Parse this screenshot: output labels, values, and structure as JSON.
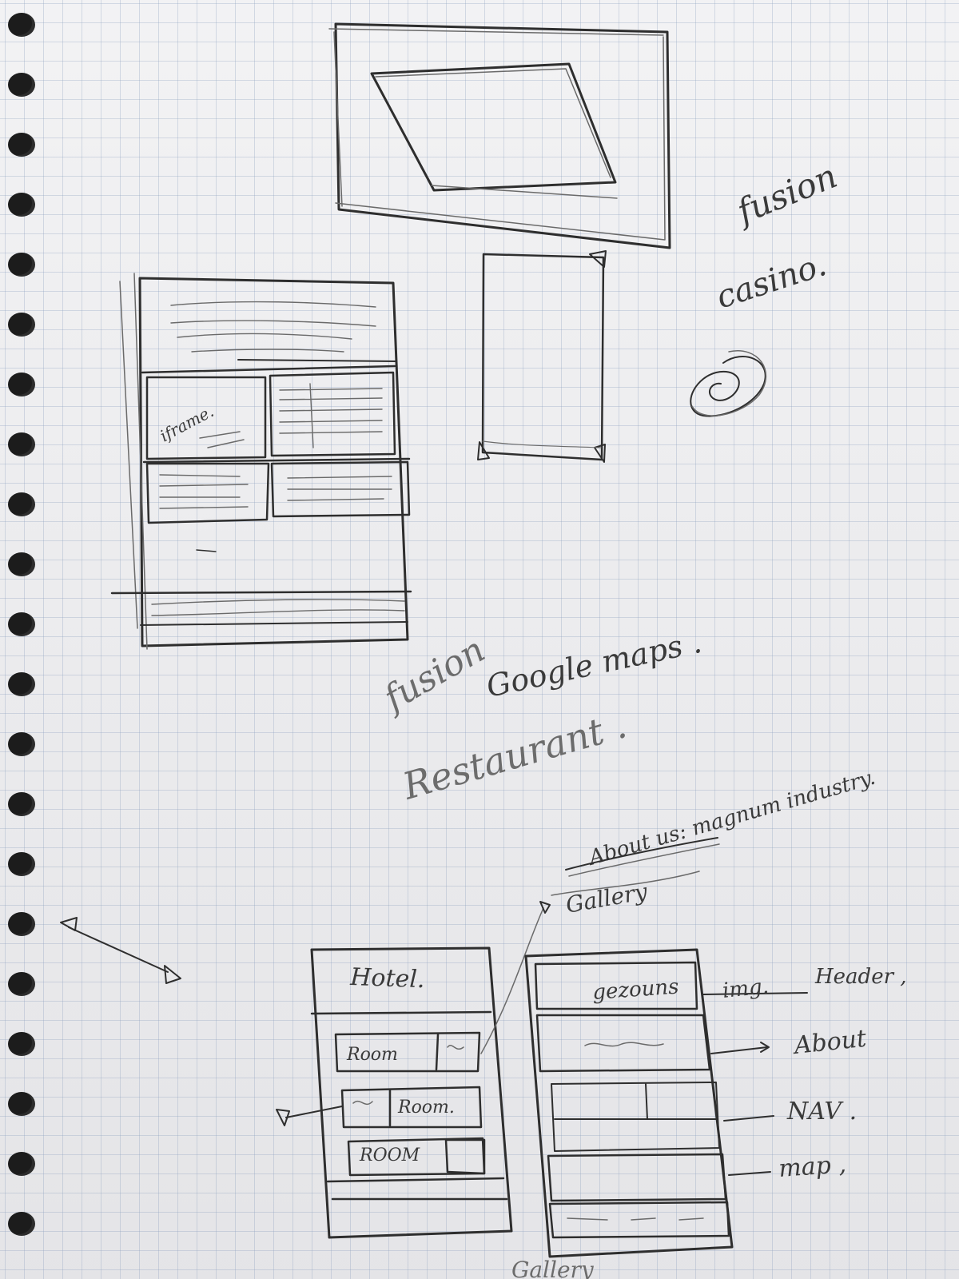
{
  "notes": {
    "fusion": "fusion",
    "casino": "casino.",
    "iframe": "iframe.",
    "fusion2": "fusion",
    "google_maps": "Google maps .",
    "restaurant": "Restaurant .",
    "about_us": "About us: magnum industry.",
    "gallery": "Gallery"
  },
  "hotel_wireframe": {
    "title": "Hotel.",
    "rooms": [
      "Room",
      "Room.",
      "ROOM"
    ]
  },
  "home_wireframe": {
    "header_text": "gezouns",
    "labels": {
      "img": "img.",
      "header": "Header ,",
      "about": "About",
      "nav": "NAV .",
      "map": "map ,"
    },
    "footer_text": "Gallery"
  },
  "colors": {
    "paper": "#eeeef0",
    "grid": "#8ca0be",
    "pencil": "#2e2e2e",
    "binding_holes": "#1c1c1c"
  }
}
